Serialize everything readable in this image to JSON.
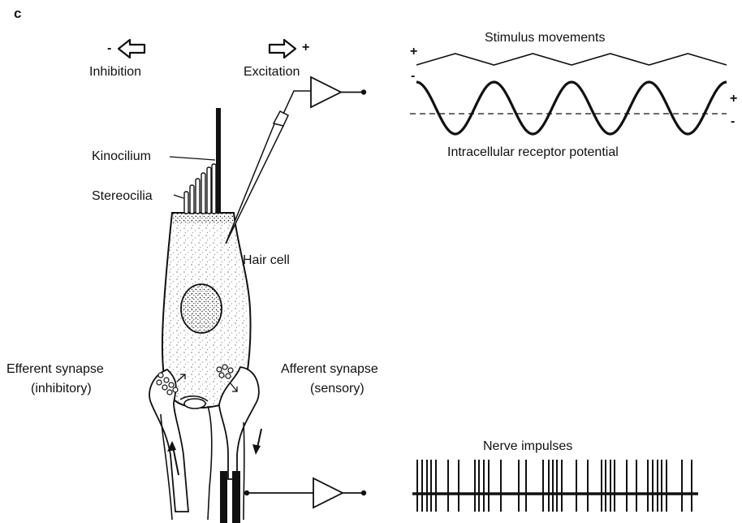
{
  "panel_letter": "c",
  "labels": {
    "inhibition": "Inhibition",
    "excitation": "Excitation",
    "inhibition_sign": "-",
    "excitation_sign": "+",
    "kinocilium": "Kinocilium",
    "stereocilia": "Stereocilia",
    "hair_cell": "Hair cell",
    "efferent_line1": "Efferent synapse",
    "efferent_line2": "(inhibitory)",
    "afferent_line1": "Afferent synapse",
    "afferent_line2": "(sensory)"
  },
  "traces": {
    "stimulus_title": "Stimulus movements",
    "stimulus_plus": "+",
    "stimulus_minus": "-",
    "potential_label": "Intracellular receptor potential",
    "potential_plus": "+",
    "potential_minus": "-",
    "nerve_title": "Nerve impulses",
    "stimulus_cycles": 4,
    "potential_cycles": 4,
    "spike_bursts": [
      [
        514,
        520,
        526,
        531,
        537
      ],
      [
        552,
        565
      ],
      [
        585,
        590,
        596,
        602
      ],
      [
        617
      ],
      [
        639,
        648
      ],
      [
        669,
        676,
        681,
        686,
        692
      ],
      [
        710,
        724
      ],
      [
        741,
        746,
        752,
        757
      ],
      [
        772,
        784
      ],
      [
        798,
        804,
        810,
        815,
        821
      ],
      [
        840,
        852
      ]
    ]
  },
  "colors": {
    "ink": "#111111",
    "background": "#ffffff"
  }
}
